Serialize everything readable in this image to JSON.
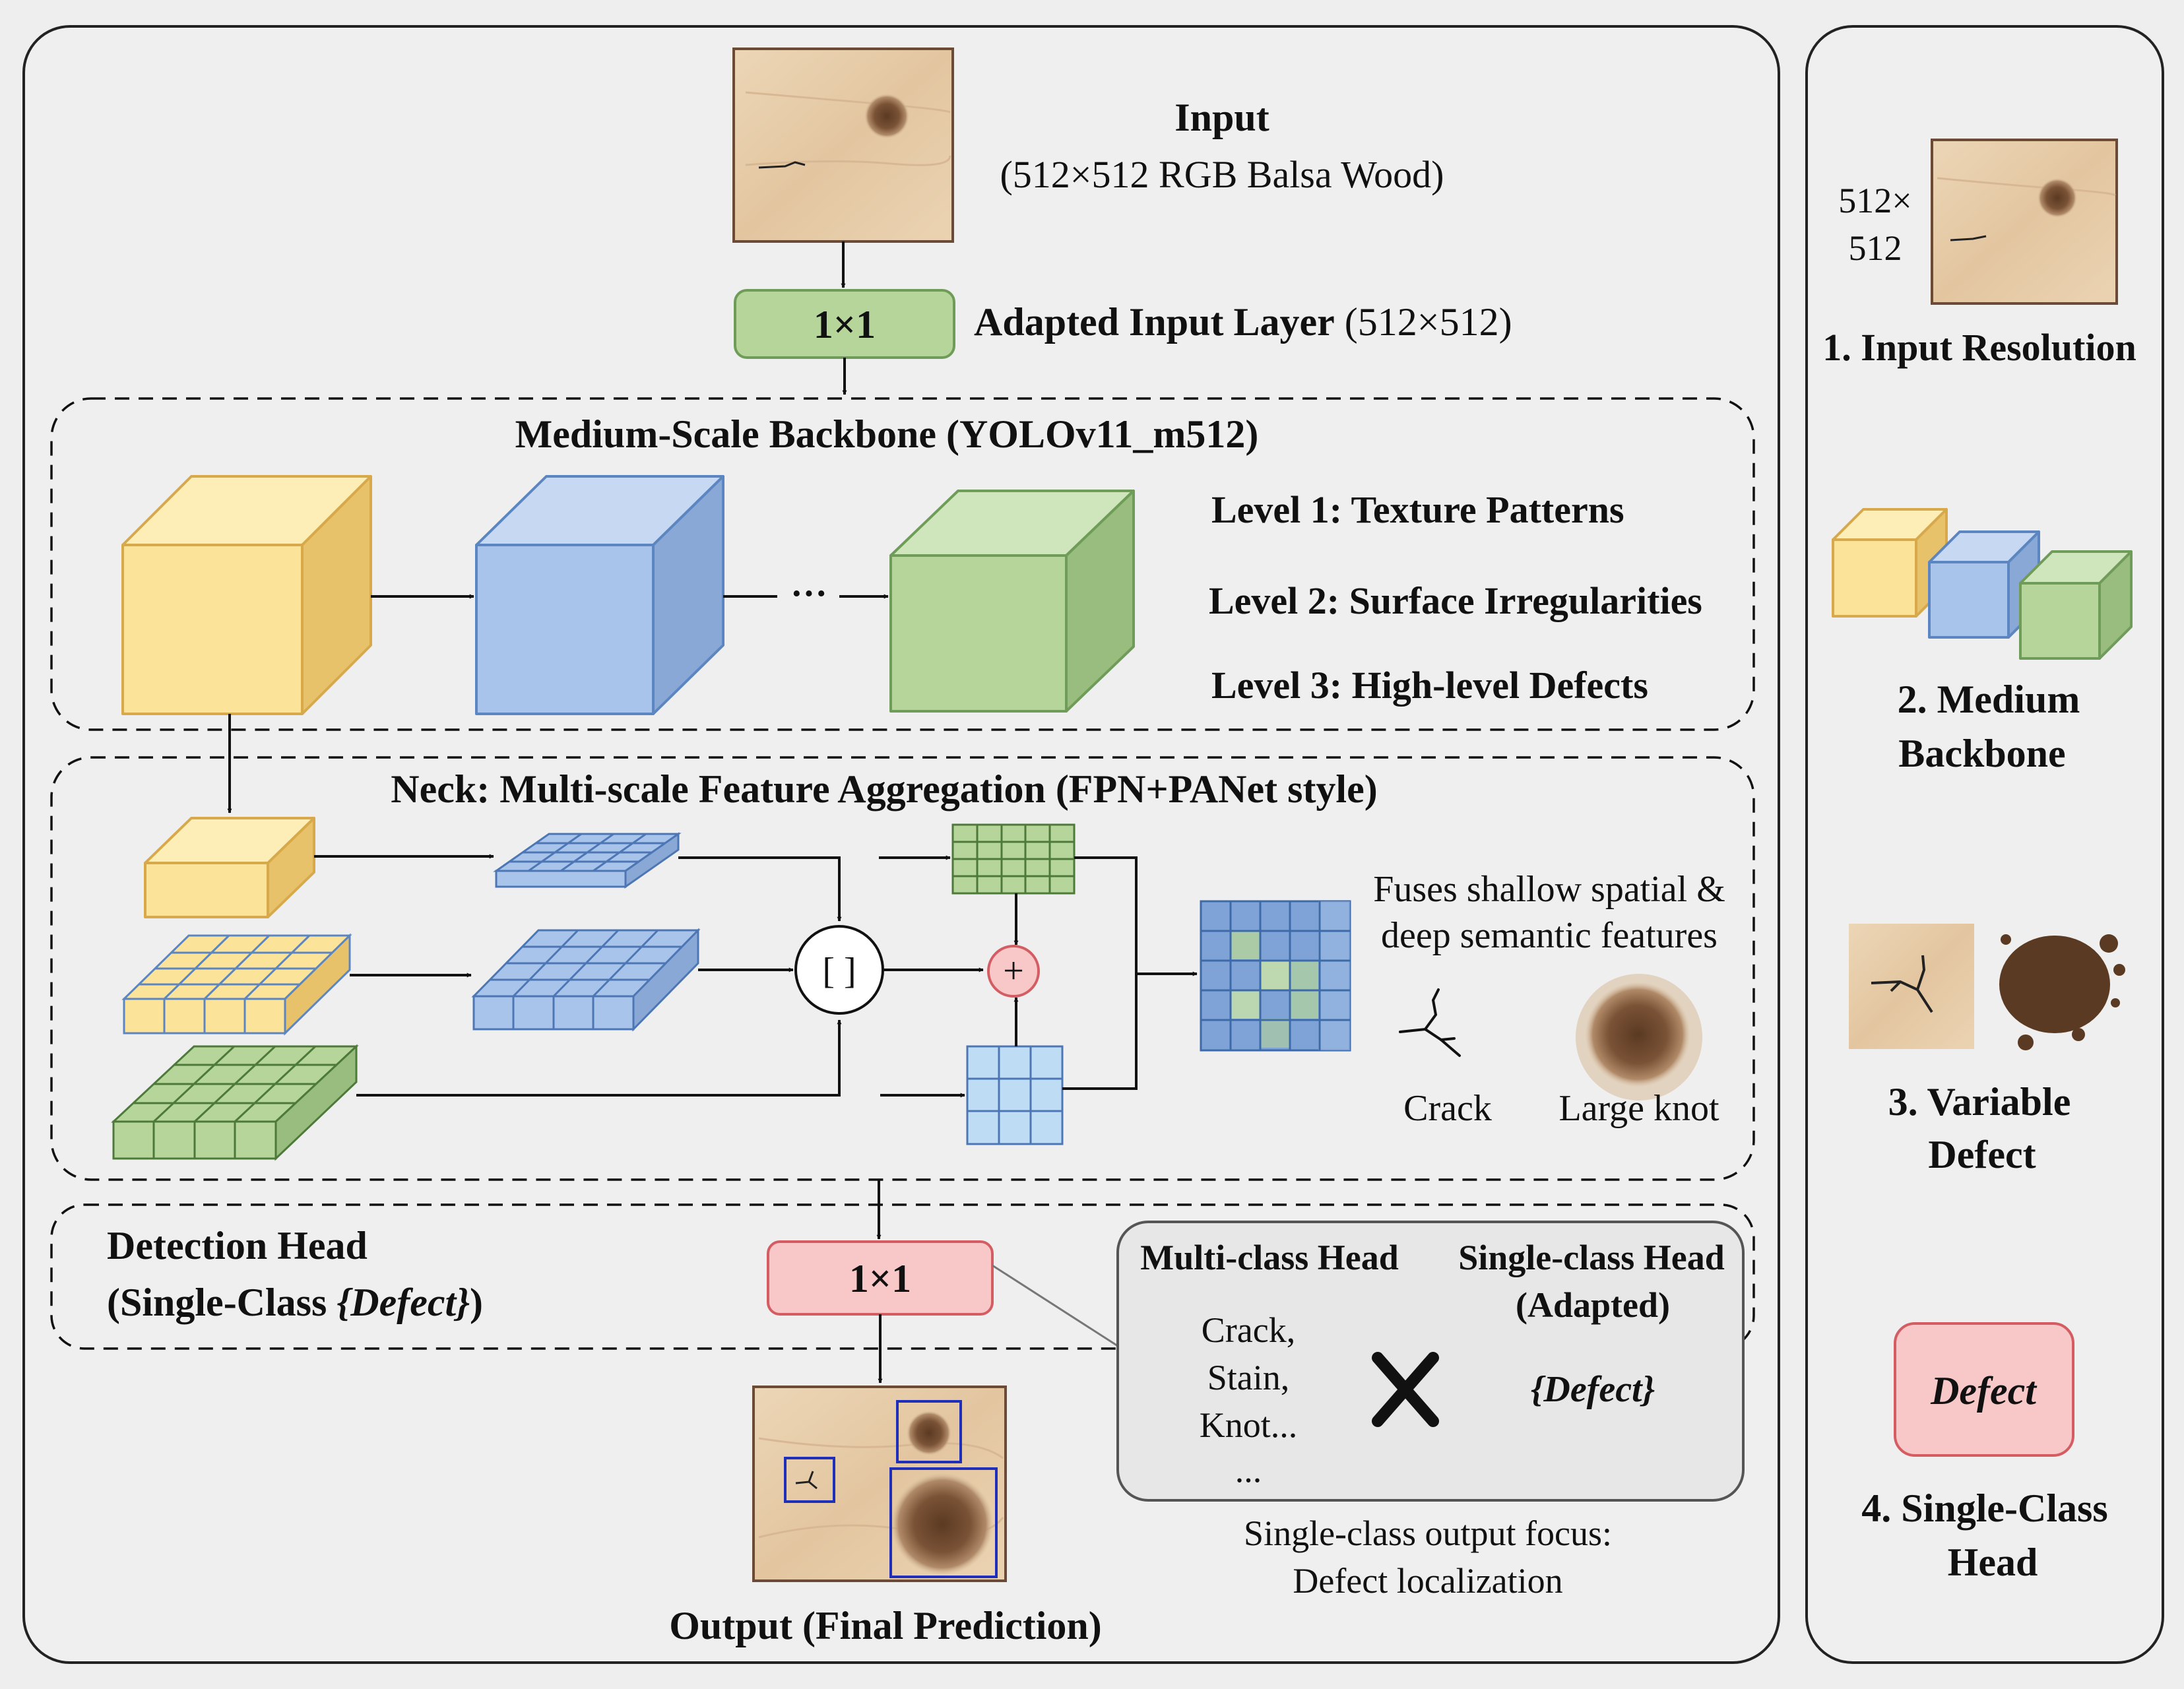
{
  "input": {
    "title": "Input",
    "subtitle": "(512×512 RGB Balsa Wood)"
  },
  "adapted": {
    "box_label": "1×1",
    "label_bold": "Adapted Input Layer",
    "label_rest": " (512×512)"
  },
  "backbone": {
    "title": "Medium-Scale Backbone (YOLOv11_m512)",
    "ellipsis": "···",
    "levels": [
      "Level 1: Texture Patterns",
      "Level 2: Surface Irregularities",
      "Level 3: High-level Defects"
    ]
  },
  "neck": {
    "title": "Neck: Multi-scale Feature Aggregation (FPN+PANet style)",
    "concat_symbol": "[ ]",
    "add_symbol": "+",
    "fuses_text": [
      "Fuses shallow spatial &",
      "deep semantic features"
    ],
    "crack_label": "Crack",
    "knot_label": "Large knot"
  },
  "head": {
    "title_line1": "Detection Head",
    "title_line2_pre": "(Single-Class ",
    "title_line2_em": "{Defect}",
    "title_line2_post": ")",
    "box_label": "1×1"
  },
  "comparison": {
    "multi_title": "Multi-class Head",
    "single_title_1": "Single-class Head",
    "single_title_2": "(Adapted)",
    "multi_list": [
      "Crack,",
      "Stain,",
      "Knot...",
      "..."
    ],
    "cross": "✕",
    "single_value": "{Defect}",
    "focus_1": "Single-class output focus:",
    "focus_2": "Defect localization"
  },
  "output": {
    "label": "Output (Final Prediction)"
  },
  "sidebar": {
    "res_1": "512×",
    "res_2": "512",
    "item1": "1. Input Resolution",
    "item2_1": "2. Medium",
    "item2_2": "Backbone",
    "item3_1": "3. Variable",
    "item3_2": "Defect",
    "badge": "Defect",
    "item4_1": "4. Single-Class",
    "item4_2": "Head"
  },
  "colors": {
    "yellow": "#fbe39a",
    "yellow_stroke": "#d8a94a",
    "blue": "#a9c4ea",
    "blue_stroke": "#5b86c1",
    "green": "#b5d59a",
    "green_stroke": "#6f9c58",
    "pink": "#f8c8c8",
    "pink_stroke": "#d35d63",
    "wood": "#e8cfad"
  }
}
